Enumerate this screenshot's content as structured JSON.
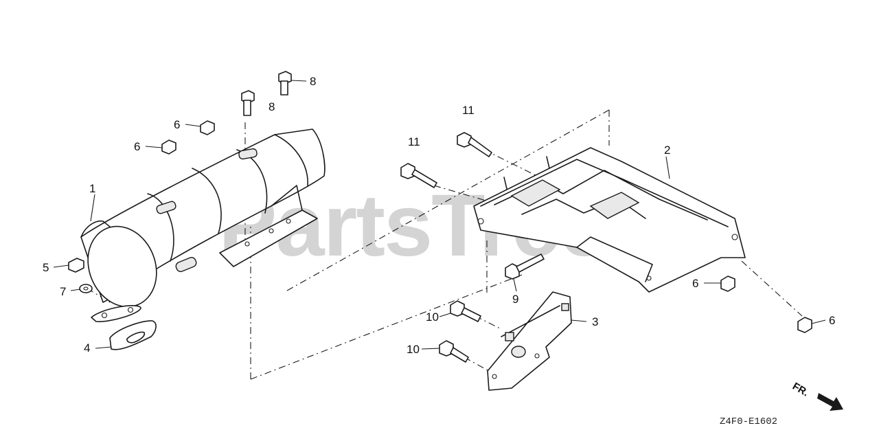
{
  "watermark": {
    "text": "PartsTree",
    "trademark": "™"
  },
  "diagram_code": "Z4F0-E1602",
  "direction": {
    "label": "FR."
  },
  "callouts": {
    "muffler": "1",
    "protector": "2",
    "bracket": "3",
    "gasket": "4",
    "nut_5": "5",
    "nut_6a": "6",
    "nut_6b": "6",
    "nut_6c": "6",
    "nut_6d": "6",
    "washer": "7",
    "bolt_8a": "8",
    "bolt_8b": "8",
    "bolt_9": "9",
    "bolt_10a": "10",
    "bolt_10b": "10",
    "bolt_11a": "11",
    "bolt_11b": "11"
  }
}
